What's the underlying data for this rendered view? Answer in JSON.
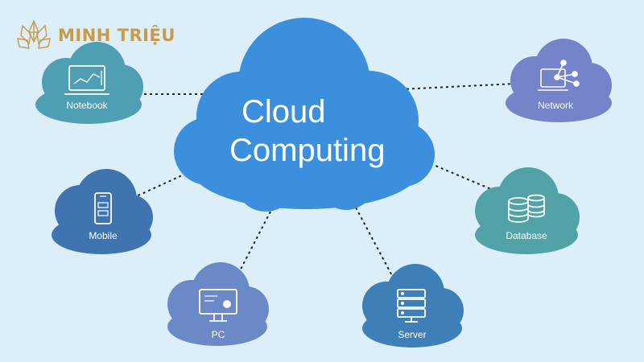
{
  "brand": {
    "name": "MINH TRIỆU",
    "color": "#c79a4e",
    "logo_icon": "crystal-lotus-icon"
  },
  "center": {
    "title_line1": "Cloud",
    "title_line2": "Computing",
    "color": "#3b8fdc"
  },
  "nodes": {
    "notebook": {
      "label": "Notebook",
      "icon": "laptop-chart-icon",
      "color": "#4e9fb3"
    },
    "network": {
      "label": "Network",
      "icon": "network-hub-icon",
      "color": "#7583c8"
    },
    "mobile": {
      "label": "Mobile",
      "icon": "mobile-phone-icon",
      "color": "#3f74b0"
    },
    "database": {
      "label": "Database",
      "icon": "database-icon",
      "color": "#52a3a8"
    },
    "pc": {
      "label": "PC",
      "icon": "desktop-monitor-icon",
      "color": "#6b89c6"
    },
    "server": {
      "label": "Server",
      "icon": "server-rack-icon",
      "color": "#3f7fb8"
    }
  },
  "background_color": "#dceef8",
  "connector_style": "dotted"
}
